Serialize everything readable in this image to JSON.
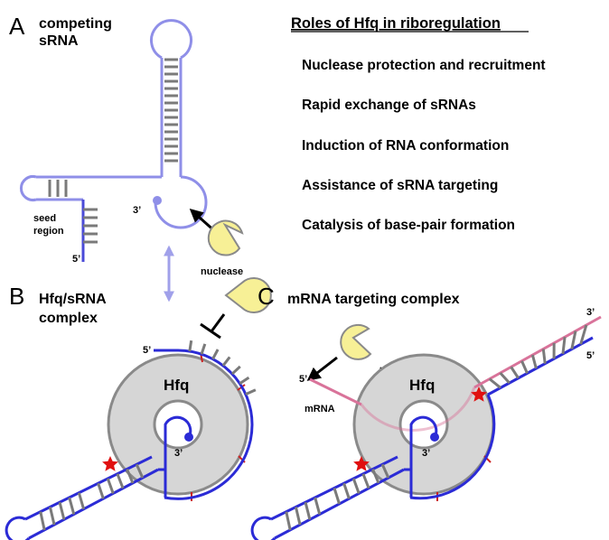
{
  "panels": {
    "a": {
      "letter": "A",
      "title_line1": "competing",
      "title_line2": "sRNA",
      "seed_line1": "seed",
      "seed_line2": "region",
      "end5": "5’",
      "end3": "3’"
    },
    "b": {
      "letter": "B",
      "title_line1": "Hfq/sRNA",
      "title_line2": "complex",
      "hfq": "Hfq",
      "end5": "5’",
      "end3": "3’"
    },
    "c": {
      "letter": "C",
      "title": "mRNA targeting complex",
      "hfq": "Hfq",
      "mrna_label": "mRNA",
      "end5_mrna": "5’",
      "end3_mrna": "3’",
      "end5_srna": "5’",
      "end3_srna": "3’"
    }
  },
  "nuclease_label": "nuclease",
  "roles": {
    "title": "Roles of Hfq in riboregulation",
    "items": [
      "Nuclease protection and recruitment",
      "Rapid exchange of sRNAs",
      "Induction of RNA conformation",
      "Assistance of sRNA targeting",
      "Catalysis of base-pair formation"
    ]
  },
  "colors": {
    "srna_light": "#8f8fe8",
    "srna_dark": "#2b2bd6",
    "mrna": "#d9739a",
    "hfq_fill": "#d6d6d6",
    "hfq_stroke": "#8a8a8a",
    "base_pair": "#7a7a7a",
    "nuclease_fill": "#f7f096",
    "nuclease_stroke": "#8a8a8a",
    "star": "#e01010",
    "tick": "#cc2020"
  }
}
